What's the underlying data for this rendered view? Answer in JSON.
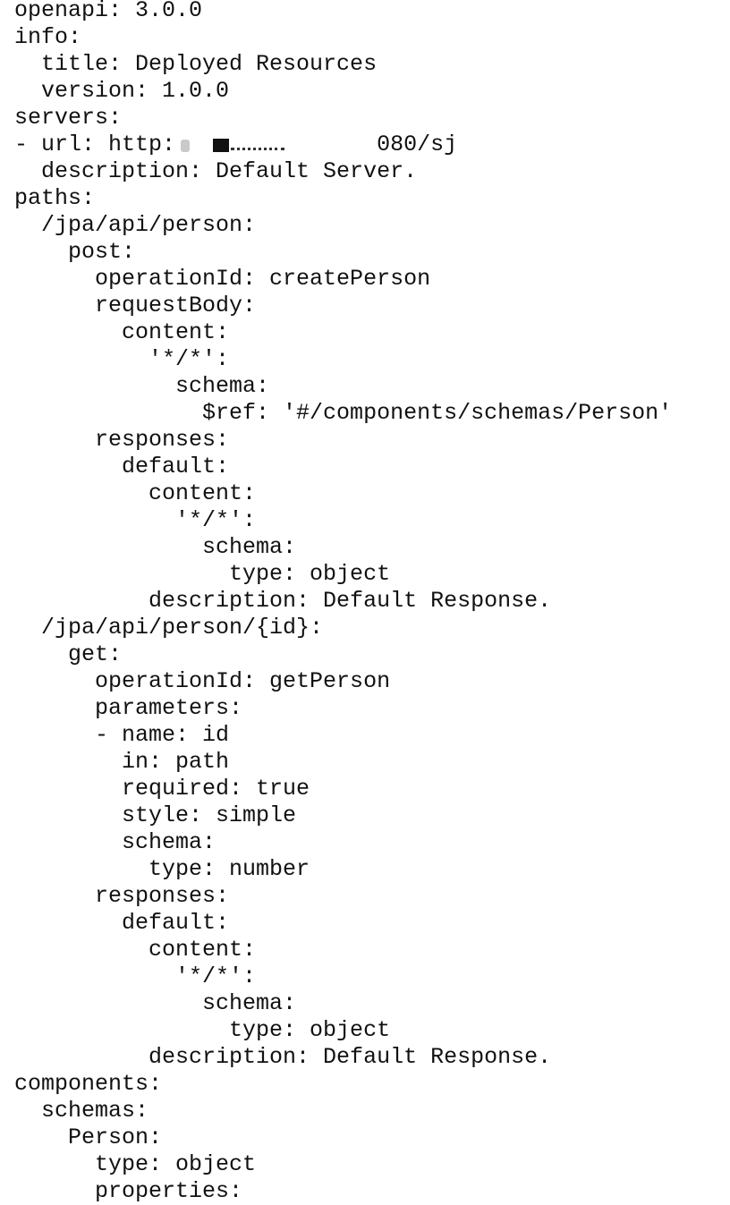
{
  "document": {
    "lines": [
      "openapi: 3.0.0",
      "info:",
      "  title: Deployed Resources",
      "  version: 1.0.0",
      "servers:",
      "- url: http:",
      "  description: Default Server.",
      "paths:",
      "  /jpa/api/person:",
      "    post:",
      "      operationId: createPerson",
      "      requestBody:",
      "        content:",
      "          '*/*':",
      "            schema:",
      "              $ref: '#/components/schemas/Person'",
      "      responses:",
      "        default:",
      "          content:",
      "            '*/*':",
      "              schema:",
      "                type: object",
      "          description: Default Response.",
      "  /jpa/api/person/{id}:",
      "    get:",
      "      operationId: getPerson",
      "      parameters:",
      "      - name: id",
      "        in: path",
      "        required: true",
      "        style: simple",
      "        schema:",
      "          type: number",
      "      responses:",
      "        default:",
      "          content:",
      "            '*/*':",
      "              schema:",
      "                type: object",
      "          description: Default Response.",
      "components:",
      "  schemas:",
      "    Person:",
      "      type: object",
      "      properties:"
    ],
    "url_tail": "080/sj"
  }
}
